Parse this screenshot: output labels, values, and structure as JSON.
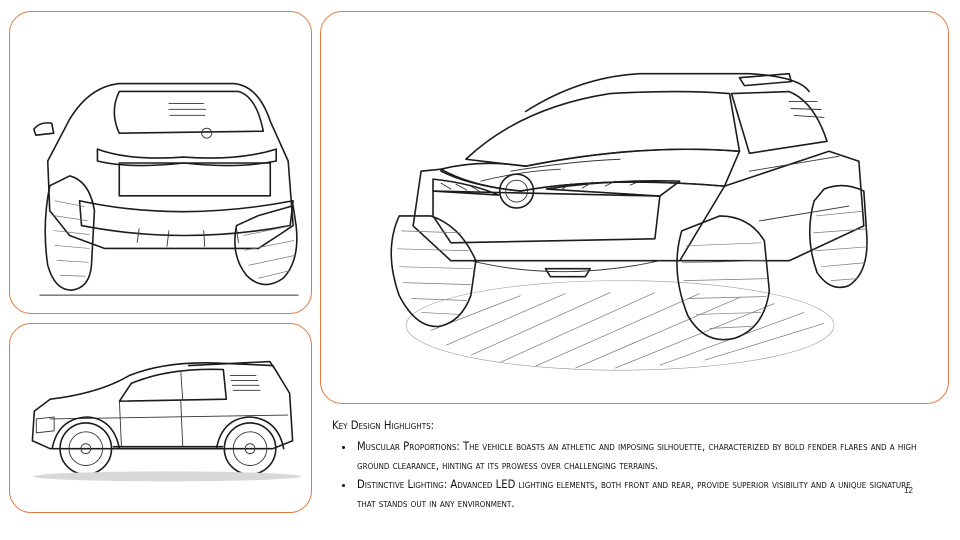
{
  "slide": {
    "heading": "Key Design Highlights:",
    "bullets": [
      {
        "title": "Muscular Proportions:",
        "text": " The vehicle boasts an athletic and imposing silhouette, characterized by bold fender flares and a high ground clearance, hinting at its prowess over challenging terrains."
      },
      {
        "title": "Distinctive Lighting:",
        "text": " Advanced LED lighting elements, both front and rear, provide superior visibility and a unique signature that stands out in any environment."
      }
    ],
    "page_number": "12"
  },
  "colors": {
    "panel_border": "#e07a3f",
    "line_art": "#1c1c1c",
    "background": "#ffffff"
  }
}
